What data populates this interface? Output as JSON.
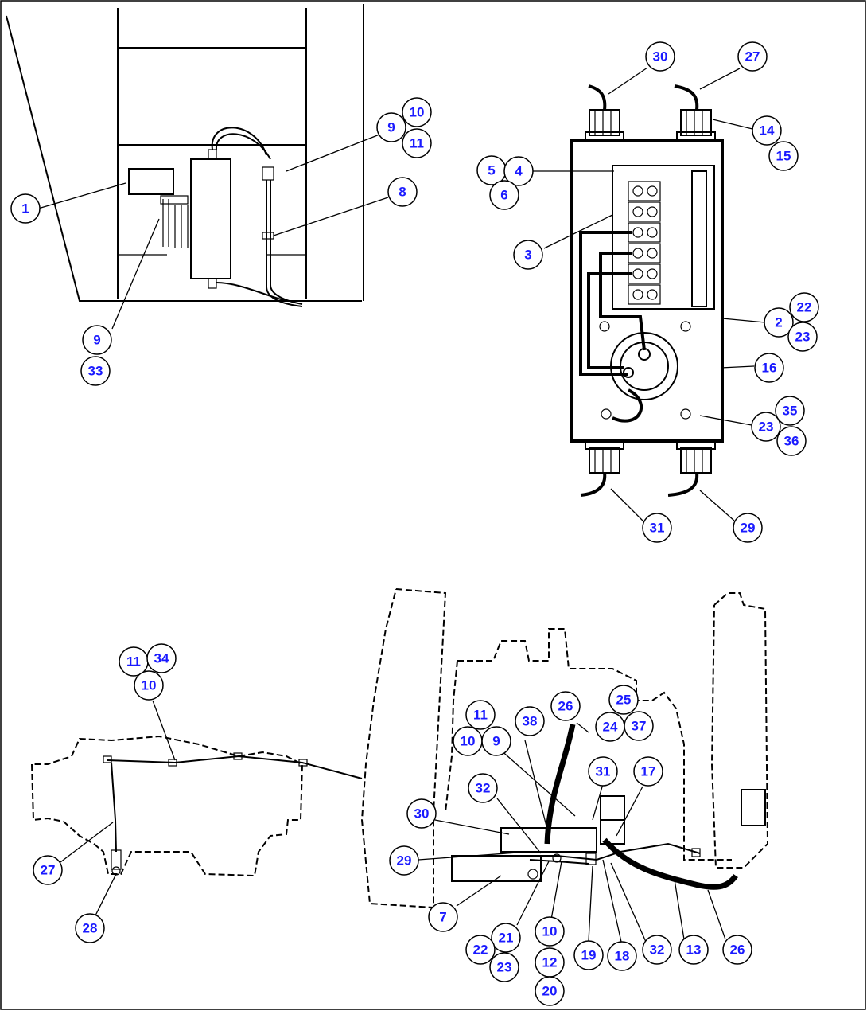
{
  "callouts": [
    {
      "label": "1"
    },
    {
      "label": "9"
    },
    {
      "label": "10"
    },
    {
      "label": "11"
    },
    {
      "label": "8"
    },
    {
      "label": "9"
    },
    {
      "label": "33"
    },
    {
      "label": "30"
    },
    {
      "label": "27"
    },
    {
      "label": "14"
    },
    {
      "label": "15"
    },
    {
      "label": "5"
    },
    {
      "label": "4"
    },
    {
      "label": "6"
    },
    {
      "label": "3"
    },
    {
      "label": "22"
    },
    {
      "label": "2"
    },
    {
      "label": "23"
    },
    {
      "label": "16"
    },
    {
      "label": "35"
    },
    {
      "label": "23"
    },
    {
      "label": "36"
    },
    {
      "label": "31"
    },
    {
      "label": "29"
    },
    {
      "label": "11"
    },
    {
      "label": "34"
    },
    {
      "label": "10"
    },
    {
      "label": "27"
    },
    {
      "label": "28"
    },
    {
      "label": "11"
    },
    {
      "label": "10"
    },
    {
      "label": "9"
    },
    {
      "label": "38"
    },
    {
      "label": "26"
    },
    {
      "label": "25"
    },
    {
      "label": "24"
    },
    {
      "label": "37"
    },
    {
      "label": "31"
    },
    {
      "label": "17"
    },
    {
      "label": "32"
    },
    {
      "label": "30"
    },
    {
      "label": "29"
    },
    {
      "label": "7"
    },
    {
      "label": "21"
    },
    {
      "label": "22"
    },
    {
      "label": "23"
    },
    {
      "label": "10"
    },
    {
      "label": "12"
    },
    {
      "label": "20"
    },
    {
      "label": "19"
    },
    {
      "label": "18"
    },
    {
      "label": "32"
    },
    {
      "label": "13"
    },
    {
      "label": "26"
    }
  ]
}
